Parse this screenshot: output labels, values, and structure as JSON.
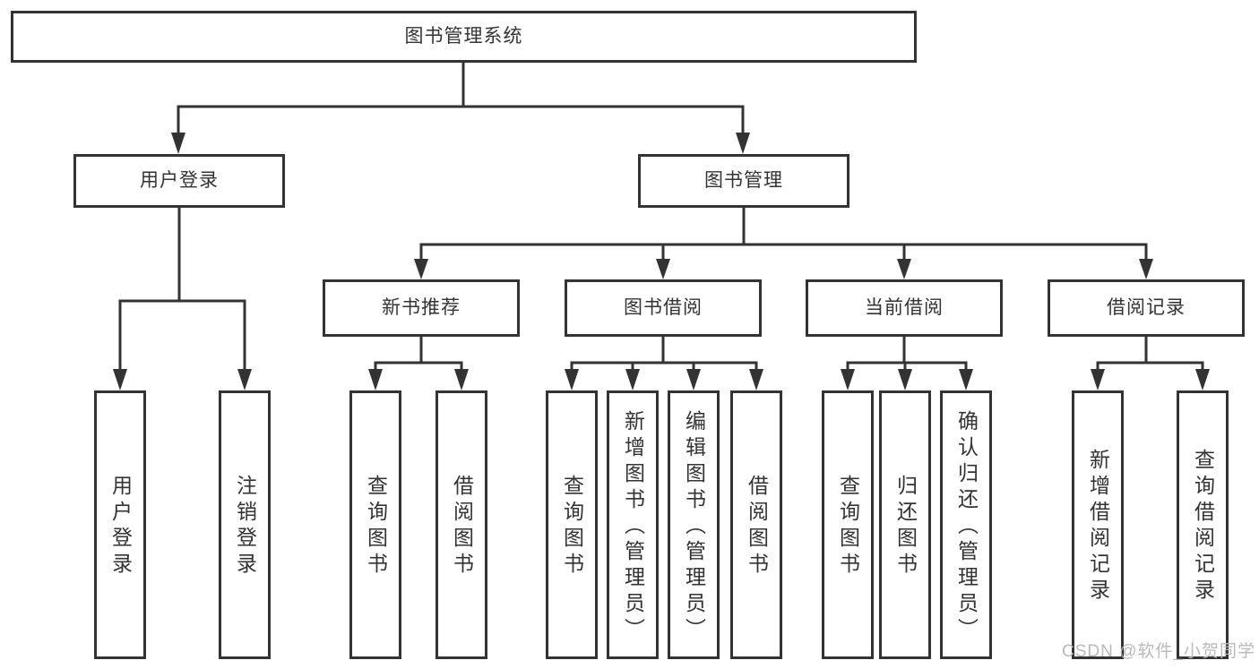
{
  "diagram": {
    "tree": {
      "label": "图书管理系统",
      "children": [
        {
          "label": "用户登录",
          "children": [
            {
              "label": "用户登录"
            },
            {
              "label": "注销登录"
            }
          ]
        },
        {
          "label": "图书管理",
          "children": [
            {
              "label": "新书推荐",
              "children": [
                {
                  "label": "查询图书"
                },
                {
                  "label": "借阅图书"
                }
              ]
            },
            {
              "label": "图书借阅",
              "children": [
                {
                  "label": "查询图书"
                },
                {
                  "label": "新增图书（管理员）"
                },
                {
                  "label": "编辑图书（管理员）"
                },
                {
                  "label": "借阅图书"
                }
              ]
            },
            {
              "label": "当前借阅",
              "children": [
                {
                  "label": "查询图书"
                },
                {
                  "label": "归还图书"
                },
                {
                  "label": "确认归还（管理员）"
                }
              ]
            },
            {
              "label": "借阅记录",
              "children": [
                {
                  "label": "新增借阅记录"
                },
                {
                  "label": "查询借阅记录"
                }
              ]
            }
          ]
        }
      ]
    },
    "colors": {
      "line": "#333333",
      "box_border": "#333333",
      "text": "#333333",
      "background": "#ffffff",
      "watermark": "#b9b9b9"
    }
  },
  "watermark": {
    "text": "CSDN @软件_小贺同学"
  }
}
